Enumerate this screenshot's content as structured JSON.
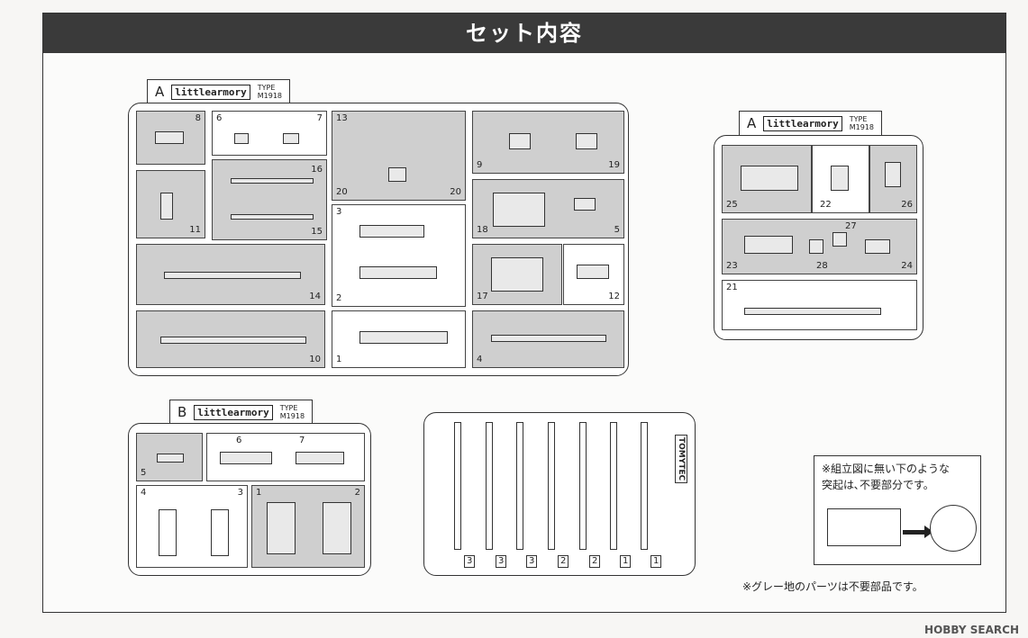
{
  "title": "セット内容",
  "runner_a_large": {
    "letter": "A",
    "logo": "littlearmory",
    "type_label": "TYPE",
    "type_model": "M1918",
    "cells": [
      {
        "nums": [
          "8"
        ],
        "gray": true
      },
      {
        "nums": [
          "6",
          "7"
        ],
        "gray": false
      },
      {
        "nums": [
          "13",
          "20",
          "20"
        ],
        "gray": true
      },
      {
        "nums": [
          "9",
          "19"
        ],
        "gray": true
      },
      {
        "nums": [
          "11"
        ],
        "gray": true
      },
      {
        "nums": [
          "16",
          "15"
        ],
        "gray": true
      },
      {
        "nums": [
          "18",
          "5"
        ],
        "gray": true
      },
      {
        "nums": [
          "3",
          "2"
        ],
        "gray": false
      },
      {
        "nums": [
          "14"
        ],
        "gray": true
      },
      {
        "nums": [
          "17"
        ],
        "gray": true
      },
      {
        "nums": [
          "12"
        ],
        "gray": false
      },
      {
        "nums": [
          "10"
        ],
        "gray": true
      },
      {
        "nums": [
          "1"
        ],
        "gray": false
      },
      {
        "nums": [
          "4"
        ],
        "gray": true
      }
    ]
  },
  "runner_a_small": {
    "letter": "A",
    "logo": "littlearmory",
    "type_label": "TYPE",
    "type_model": "M1918",
    "nums": [
      "25",
      "22",
      "26",
      "27",
      "23",
      "28",
      "24",
      "21"
    ]
  },
  "runner_b": {
    "letter": "B",
    "logo": "littlearmory",
    "type_label": "TYPE",
    "type_model": "M1918",
    "nums": [
      "5",
      "6",
      "7",
      "4",
      "3",
      "1",
      "2"
    ]
  },
  "sprue_runner": {
    "brand": "TOMYTEC",
    "bottom_nums": [
      "3",
      "3",
      "3",
      "2",
      "2",
      "1",
      "1"
    ]
  },
  "note": {
    "line1": "※組立図に無い下のような",
    "line2": "突起は､不要部分です。"
  },
  "footnote": "※グレー地のパーツは不要部品です。",
  "watermark": "HOBBY SEARCH"
}
